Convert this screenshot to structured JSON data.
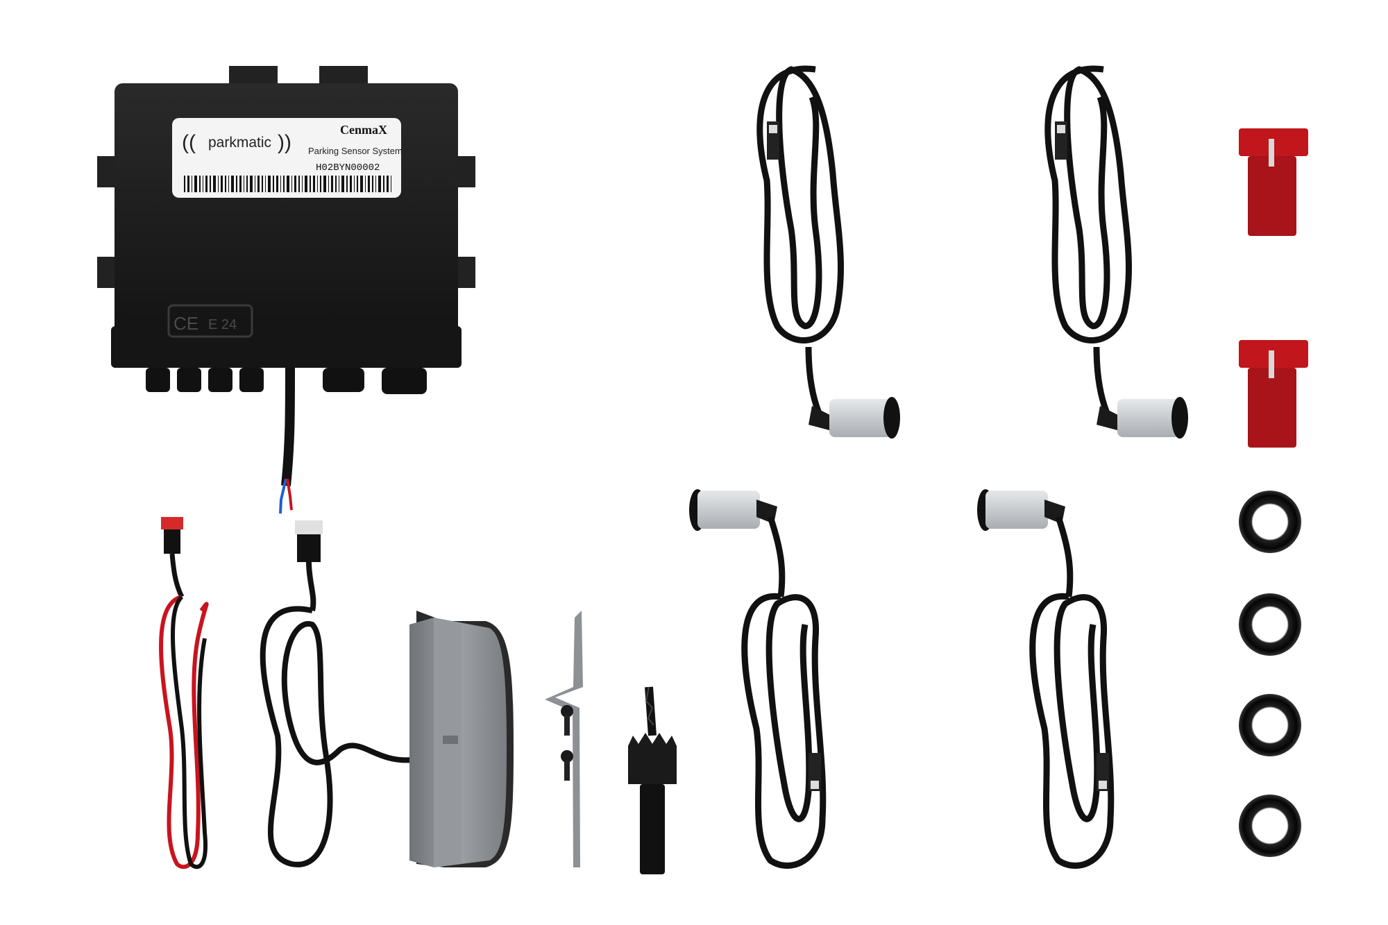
{
  "label": {
    "brand": "parkmatic",
    "maker": "CenmaX",
    "product": "Parking Sensor System",
    "serial": "H02BYN00002"
  },
  "marks": {
    "ce": "CE",
    "e24": "E 24"
  },
  "colors": {
    "housing": "#1c1c1c",
    "label_bg": "#f4f4f4",
    "cable": "#111111",
    "red_wire": "#c8141e",
    "sensor_body": "#c9ccd0",
    "display_grey": "#8a8d91",
    "splice_red": "#c0161c"
  }
}
